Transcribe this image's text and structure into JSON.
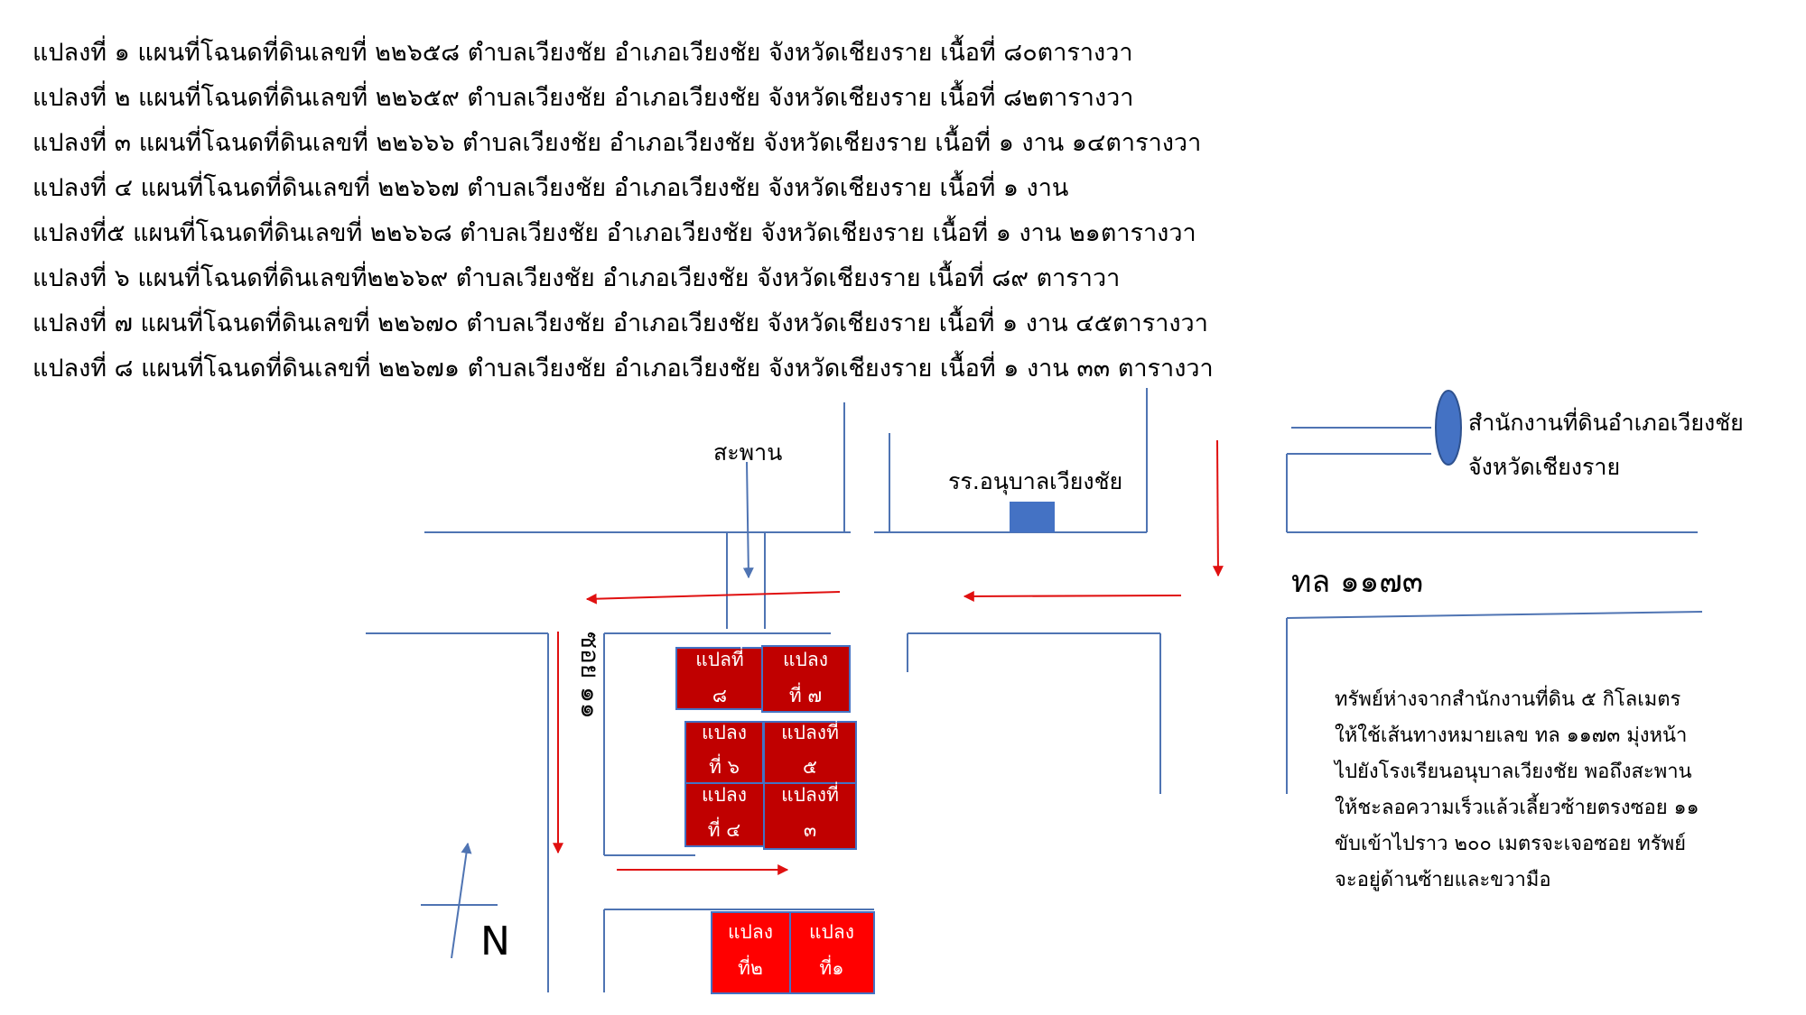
{
  "plot_lines": [
    "แปลงที่ ๑ แผนที่โฉนดที่ดินเลขที่ ๒๒๖๕๘ ตำบลเวียงชัย อำเภอเวียงชัย จังหวัดเชียงราย เนื้อที่ ๘๐ตารางวา",
    "แปลงที่ ๒ แผนที่โฉนดที่ดินเลขที่ ๒๒๖๕๙ ตำบลเวียงชัย อำเภอเวียงชัย จังหวัดเชียงราย เนื้อที่ ๘๒ตารางวา",
    "แปลงที่ ๓ แผนที่โฉนดที่ดินเลขที่ ๒๒๖๖๖ ตำบลเวียงชัย อำเภอเวียงชัย จังหวัดเชียงราย เนื้อที่ ๑ งาน ๑๔ตารางวา",
    "แปลงที่ ๔ แผนที่โฉนดที่ดินเลขที่ ๒๒๖๖๗ ตำบลเวียงชัย อำเภอเวียงชัย จังหวัดเชียงราย เนื้อที่ ๑ งาน",
    "แปลงที่๕  แผนที่โฉนดที่ดินเลขที่  ๒๒๖๖๘ ตำบลเวียงชัย อำเภอเวียงชัย จังหวัดเชียงราย เนื้อที่ ๑ งาน ๒๑ตารางวา",
    "แปลงที่ ๖ แผนที่โฉนดที่ดินเลขที่๒๒๖๖๙ ตำบลเวียงชัย อำเภอเวียงชัย จังหวัดเชียงราย เนื้อที่ ๘๙ ตาราวา",
    "แปลงที่ ๗ แผนที่โฉนดที่ดินเลขที่ ๒๒๖๗๐ ตำบลเวียงชัย อำเภอเวียงชัย จังหวัดเชียงราย เนื้อที่ ๑ งาน ๔๕ตารางวา",
    "แปลงที่ ๘ แผนที่โฉนดที่ดินเลขที่ ๒๒๖๗๑ ตำบลเวียงชัย อำเภอเวียงชัย จังหวัดเชียงราย เนื้อที่ ๑ งาน  ๓๓ ตารางวา"
  ],
  "map": {
    "bridge_label": "สะพาน",
    "school_label": "รร.อนุบาลเวียงชัย",
    "land_office_label_1": "สำนักงานที่ดินอำเภอเวียงชัย",
    "land_office_label_2": "จังหวัดเชียงราย",
    "highway_label": "ทล ๑๑๗๓",
    "soi_label": "ซอย ๑๑",
    "north_label": "N",
    "plot_labels": {
      "p8_a": "แปลที่",
      "p8_b": "๘",
      "p7_a": "แปลง",
      "p7_b": "ที่ ๗",
      "p6_a": "แปลง",
      "p6_b": "ที่ ๖",
      "p5_a": "แปลงที่",
      "p5_b": "๕",
      "p4_a": "แปลง",
      "p4_b": "ที่ ๔",
      "p3_a": "แปลงที่",
      "p3_b": "๓",
      "p2_a": "แปลง",
      "p2_b": "ที่๒",
      "p1_a": "แปลง",
      "p1_b": "ที่๑"
    },
    "colors": {
      "road": "#4f74b3",
      "route_arrow": "#e01010",
      "plot_dark": "#c00000",
      "plot_bright": "#ff0000",
      "marker_blue": "#4472c4"
    }
  },
  "directions": [
    "ทรัพย์ห่างจากสำนักงานที่ดิน ๕ กิโลเมตร",
    "ให้ใช้เส้นทางหมายเลข ทล ๑๑๗๓ มุ่งหน้า",
    "ไปยังโรงเรียนอนุบาลเวียงชัย พอถึงสะพาน",
    "ให้ชะลอความเร็วแล้วเลี้ยวซ้ายตรงซอย ๑๑",
    "ขับเข้าไปราว ๒๐๐ เมตรจะเจอซอย ทรัพย์",
    "จะอยู่ด้านซ้ายและขวามือ"
  ]
}
